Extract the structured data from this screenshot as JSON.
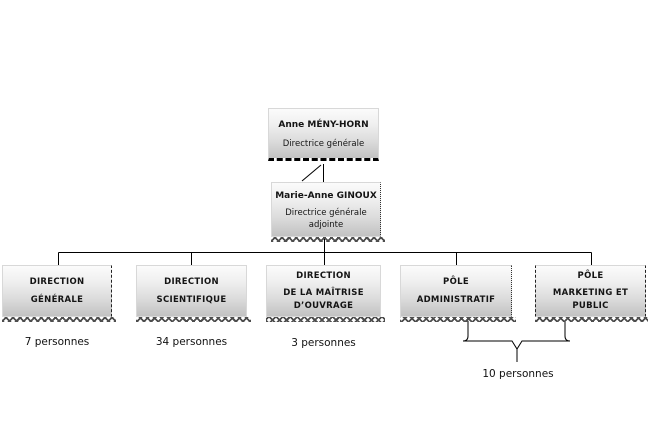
{
  "org": {
    "director": {
      "name": "Anne MÉNY-HORN",
      "role": "Directrice générale"
    },
    "deputy": {
      "name": "Marie-Anne GINOUX",
      "role": "Directrice générale adjointe"
    },
    "departments": [
      {
        "lines": [
          "DIRECTION",
          "GÉNÉRALE"
        ],
        "count": "7 personnes"
      },
      {
        "lines": [
          "DIRECTION",
          "SCIENTIFIQUE"
        ],
        "count": "34 personnes"
      },
      {
        "lines": [
          "DIRECTION",
          "DE LA MAÎTRISE",
          "D’OUVRAGE"
        ],
        "count": "3 personnes"
      },
      {
        "lines": [
          "PÔLE",
          "ADMINISTRATIF"
        ]
      },
      {
        "lines": [
          "PÔLE",
          "MARKETING ET",
          "PUBLIC"
        ]
      }
    ],
    "group_count": "10 personnes",
    "colors": {
      "box_gradient_top": "#fbfbfb",
      "box_gradient_bottom": "#c2c2c2",
      "connector_line": "#000000",
      "hatch": "#4d4d4d",
      "text": "#141414"
    }
  }
}
